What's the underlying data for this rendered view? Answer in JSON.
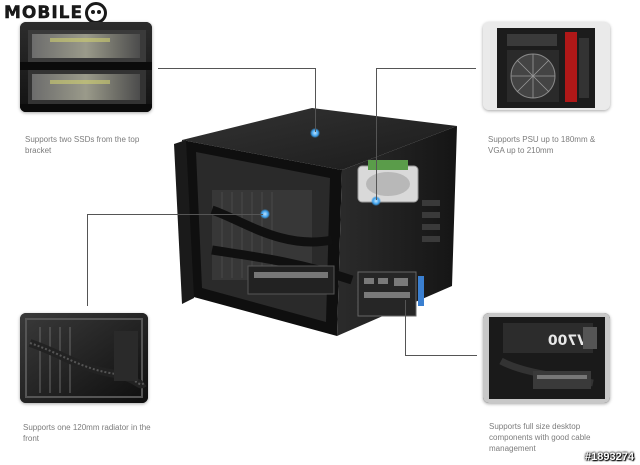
{
  "brand": {
    "logo_text": "MOBILE"
  },
  "features": [
    {
      "id": "ssd",
      "caption": "Supports two SSDs from the top bracket"
    },
    {
      "id": "psu",
      "caption": "Supports PSU up to 180mm & VGA up to 210mm"
    },
    {
      "id": "radiator",
      "caption": "Supports one 120mm radiator in the front"
    },
    {
      "id": "components",
      "caption": "Supports full size desktop components with good cable management"
    }
  ],
  "thumbnails": {
    "psu_label": "V700",
    "psu_label_mirrored": "V700"
  },
  "watermark": "#1893274",
  "colors": {
    "highlight_blue": "#3a9eea",
    "leader_line": "#555555",
    "caption_text": "#7c7c7c"
  }
}
